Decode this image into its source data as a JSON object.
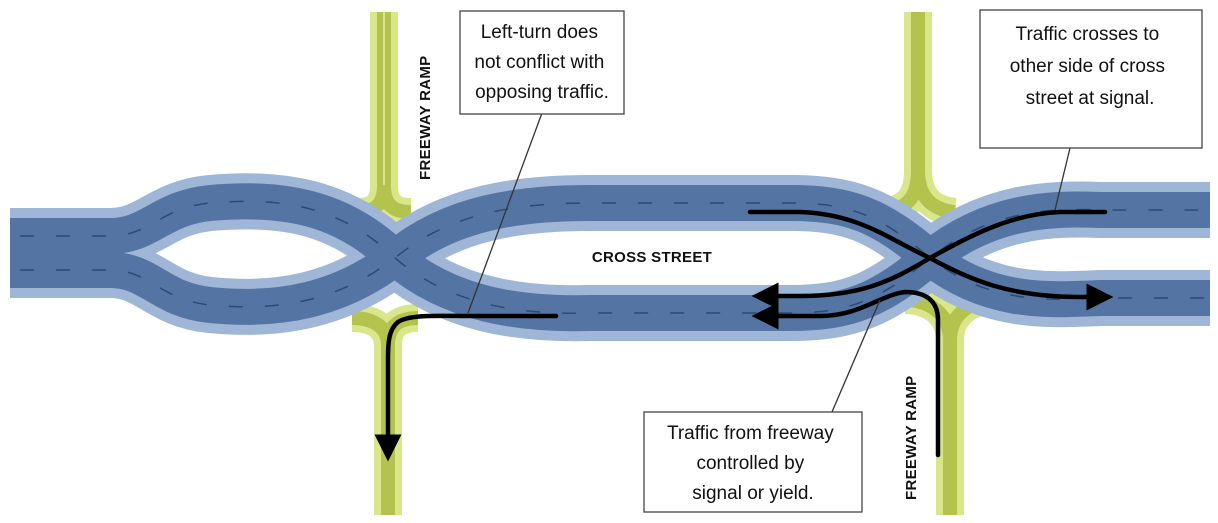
{
  "labels": {
    "ramp_left": "FREEWAY RAMP",
    "ramp_right": "FREEWAY RAMP",
    "cross_street": "CROSS STREET"
  },
  "callouts": {
    "left_turn": [
      "Left-turn does",
      "not conflict with",
      "opposing traffic."
    ],
    "crosses": [
      "Traffic crosses to",
      "other side of cross",
      "street at signal."
    ],
    "from_freeway": [
      "Traffic from freeway",
      "controlled by",
      "signal or yield."
    ]
  },
  "colors": {
    "ramp_outer": "#d9e78a",
    "ramp_inner": "#b4c24e",
    "street_outer": "#9fb6d6",
    "street_inner": "#5475a3",
    "lane_marking": "#2d4a73",
    "path_arrow": "#000000"
  }
}
